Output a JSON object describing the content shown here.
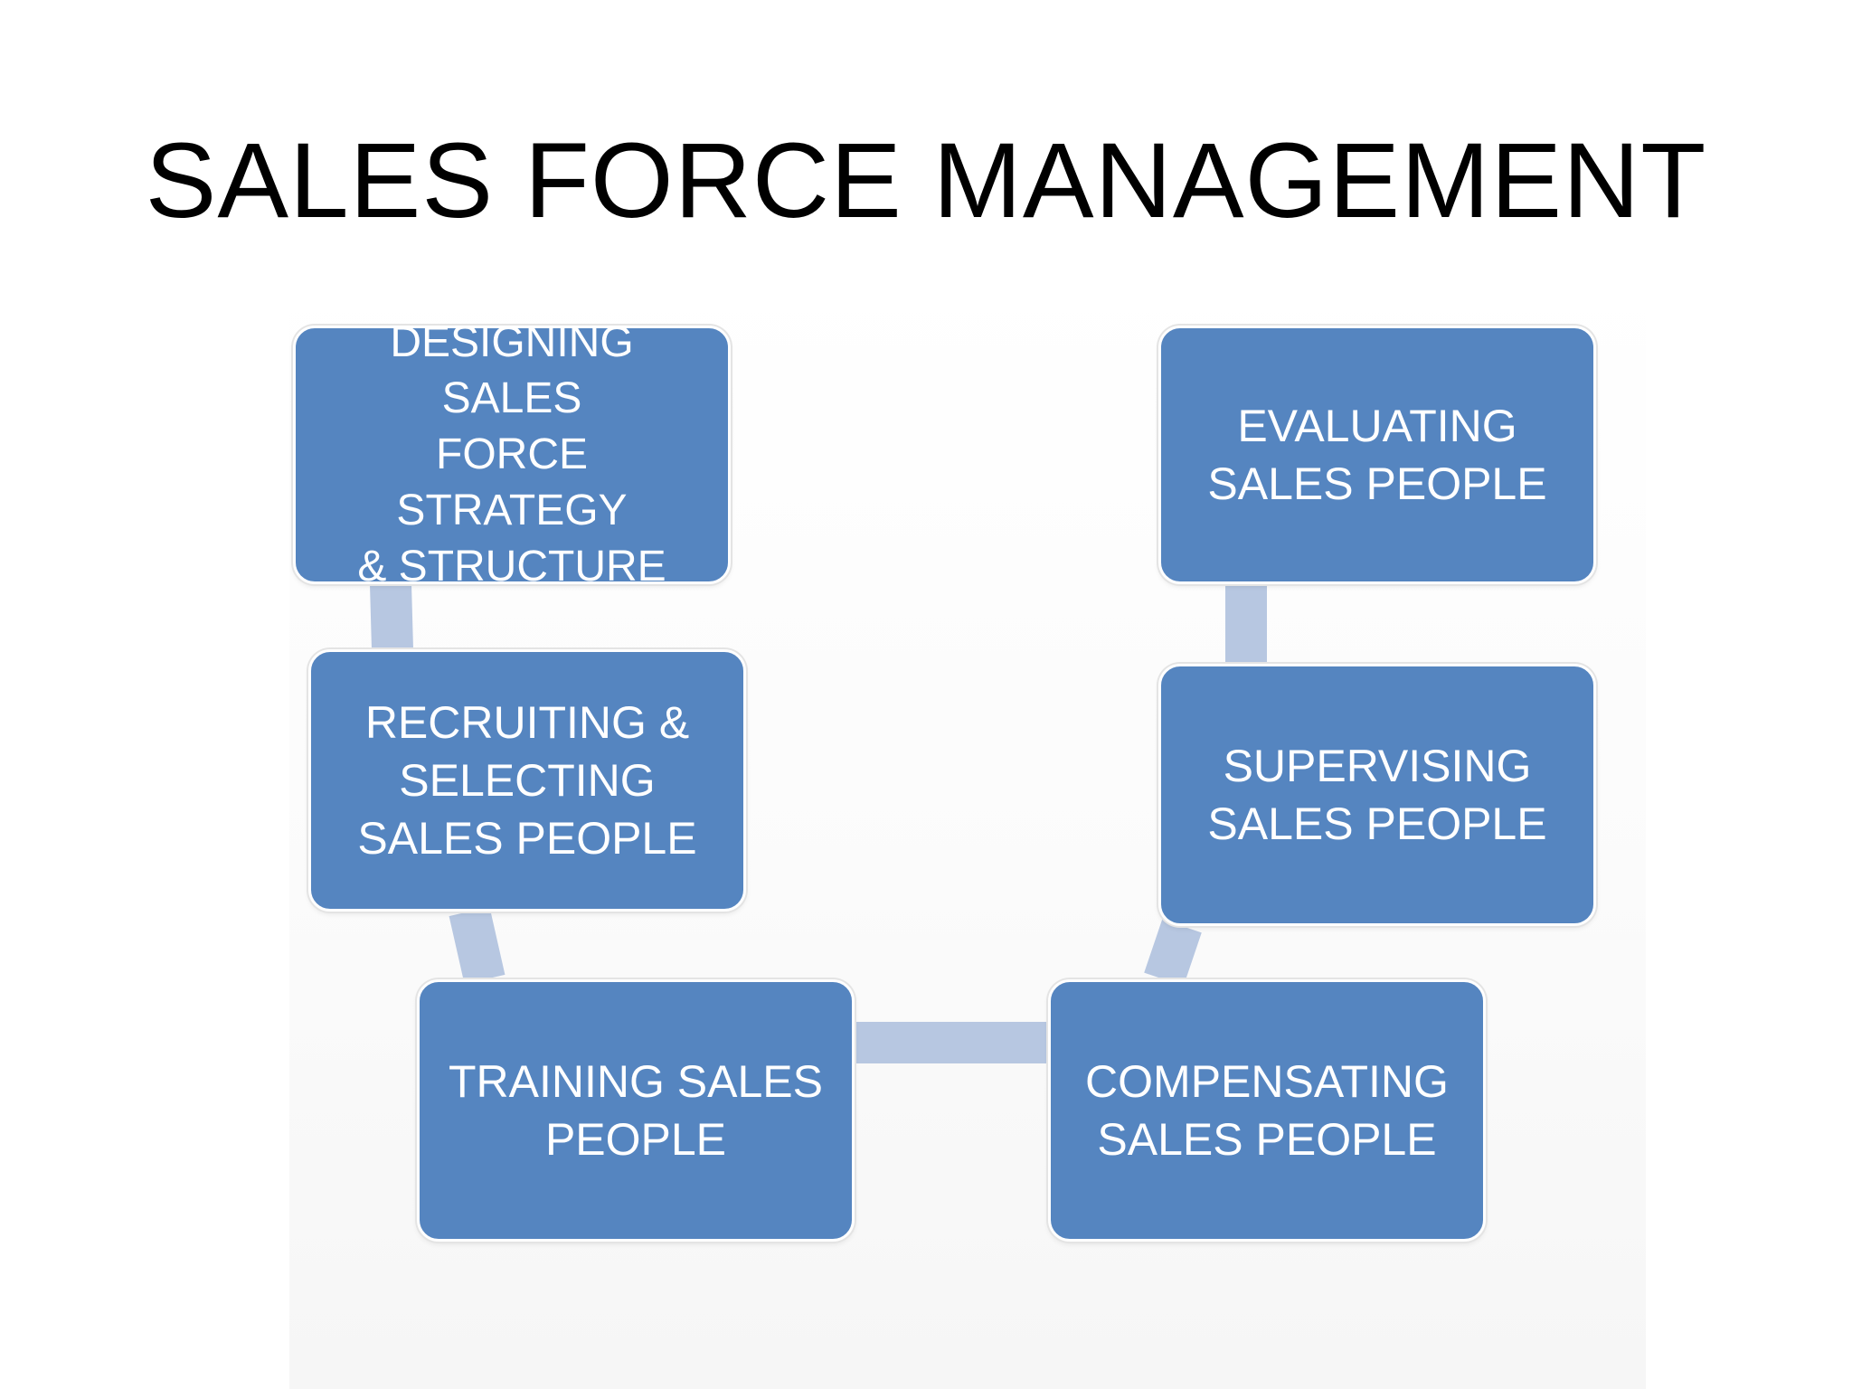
{
  "title": "SALES FORCE MANAGEMENT",
  "colors": {
    "box_fill": "#5585c0",
    "box_text": "#ffffff",
    "connector": "#b7c7e1",
    "title_text": "#000000"
  },
  "steps": [
    {
      "label": "DESIGNING SALES\nFORCE STRATEGY\n& STRUCTURE"
    },
    {
      "label": "RECRUITING &\nSELECTING\nSALES PEOPLE"
    },
    {
      "label": "TRAINING SALES\nPEOPLE"
    },
    {
      "label": "COMPENSATING\nSALES PEOPLE"
    },
    {
      "label": "SUPERVISING\nSALES PEOPLE"
    },
    {
      "label": "EVALUATING\nSALES PEOPLE"
    }
  ]
}
